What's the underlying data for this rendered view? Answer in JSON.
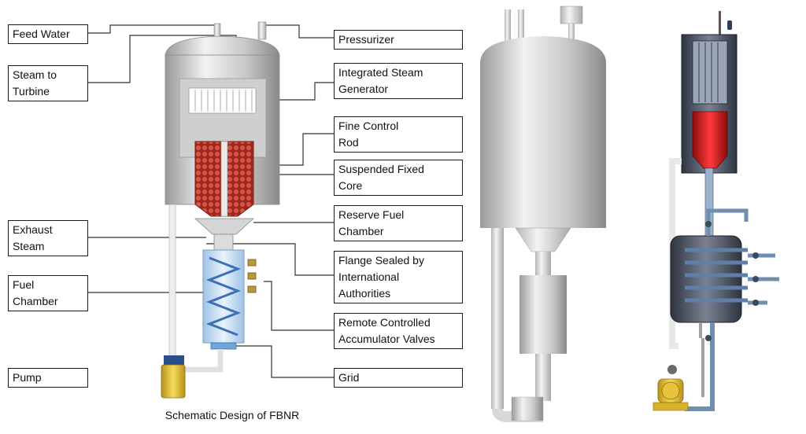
{
  "labels_left": [
    {
      "id": "feed-water",
      "lines": [
        "Feed Water"
      ]
    },
    {
      "id": "steam-to-turbine",
      "lines": [
        "Steam to",
        "Turbine"
      ]
    },
    {
      "id": "exhaust-steam",
      "lines": [
        "Exhaust",
        "Steam"
      ]
    },
    {
      "id": "fuel-chamber",
      "lines": [
        "Fuel",
        "Chamber"
      ]
    },
    {
      "id": "pump",
      "lines": [
        "Pump"
      ]
    }
  ],
  "labels_right": [
    {
      "id": "pressurizer",
      "lines": [
        "Pressurizer"
      ]
    },
    {
      "id": "integrated-steam-generator",
      "lines": [
        "Integrated Steam",
        "Generator"
      ]
    },
    {
      "id": "fine-control-rod",
      "lines": [
        "Fine Control",
        "Rod"
      ]
    },
    {
      "id": "suspended-fixed-core",
      "lines": [
        "Suspended Fixed",
        "Core"
      ]
    },
    {
      "id": "reserve-fuel-chamber",
      "lines": [
        "Reserve Fuel",
        "Chamber"
      ]
    },
    {
      "id": "flange-sealed",
      "lines": [
        "Flange Sealed by",
        "International",
        "Authorities"
      ]
    },
    {
      "id": "accumulator-valves",
      "lines": [
        "Remote Controlled",
        "Accumulator Valves"
      ]
    },
    {
      "id": "grid",
      "lines": [
        "Grid"
      ]
    }
  ],
  "caption": "Schematic Design of FBNR",
  "colors": {
    "vessel": "#d8d8d8",
    "core": "#b33a2b",
    "fuel_chamber": "#cfe3f5",
    "pump": "#e8c23a",
    "pipe": "#6e8fb0",
    "red_fuel": "#d81f1f"
  }
}
